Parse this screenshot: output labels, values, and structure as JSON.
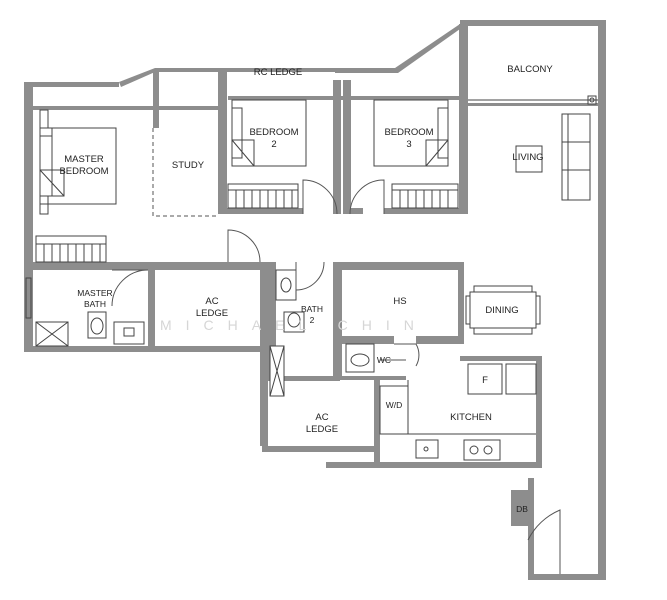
{
  "rooms": {
    "rc_ledge": "RC LEDGE",
    "balcony": "BALCONY",
    "master_bedroom": [
      "MASTER",
      "BEDROOM"
    ],
    "study": "STUDY",
    "bedroom2": [
      "BEDROOM",
      "2"
    ],
    "bedroom3": [
      "BEDROOM",
      "3"
    ],
    "living": "LIVING",
    "master_bath": [
      "MASTER",
      "BATH"
    ],
    "ac_ledge_upper": [
      "AC",
      "LEDGE"
    ],
    "bath2": [
      "BATH",
      "2"
    ],
    "hs": "HS",
    "dining": "DINING",
    "wc": "WC",
    "f": "F",
    "wd": "W/D",
    "kitchen": "KITCHEN",
    "ac_ledge_lower": [
      "AC",
      "LEDGE"
    ],
    "db": "DB"
  },
  "watermark": "MICHAEL CHIN"
}
